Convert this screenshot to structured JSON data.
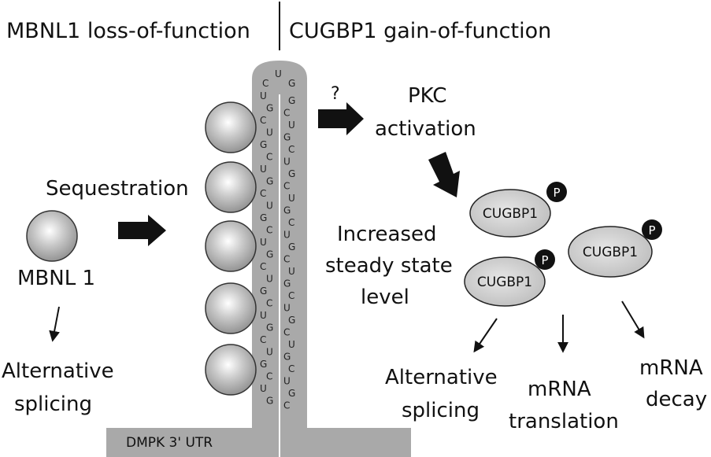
{
  "header": {
    "left": "MBNL1 loss-of-function",
    "right": "CUGBP1 gain-of-function"
  },
  "left": {
    "sequestration": "Sequestration",
    "mbnl": "MBNL 1",
    "alt_line1": "Alternative",
    "alt_line2": "splicing"
  },
  "hairpin": {
    "utr_label": "DMPK 3' UTR",
    "loop": [
      "C",
      "U",
      "G"
    ],
    "left_strand": "G",
    "right_strand": "U"
  },
  "center": {
    "question": "?",
    "pkc_line1": "PKC",
    "pkc_line2": "activation",
    "inc_line1": "Increased",
    "inc_line2": "steady state",
    "inc_line3": "level"
  },
  "right": {
    "cugbp_label": "CUGBP1",
    "phospho": "P",
    "out1_line1": "Alternative",
    "out1_line2": "splicing",
    "out2_line1": "mRNA",
    "out2_line2": "translation",
    "out3_line1": "mRNA",
    "out3_line2": "decay"
  }
}
